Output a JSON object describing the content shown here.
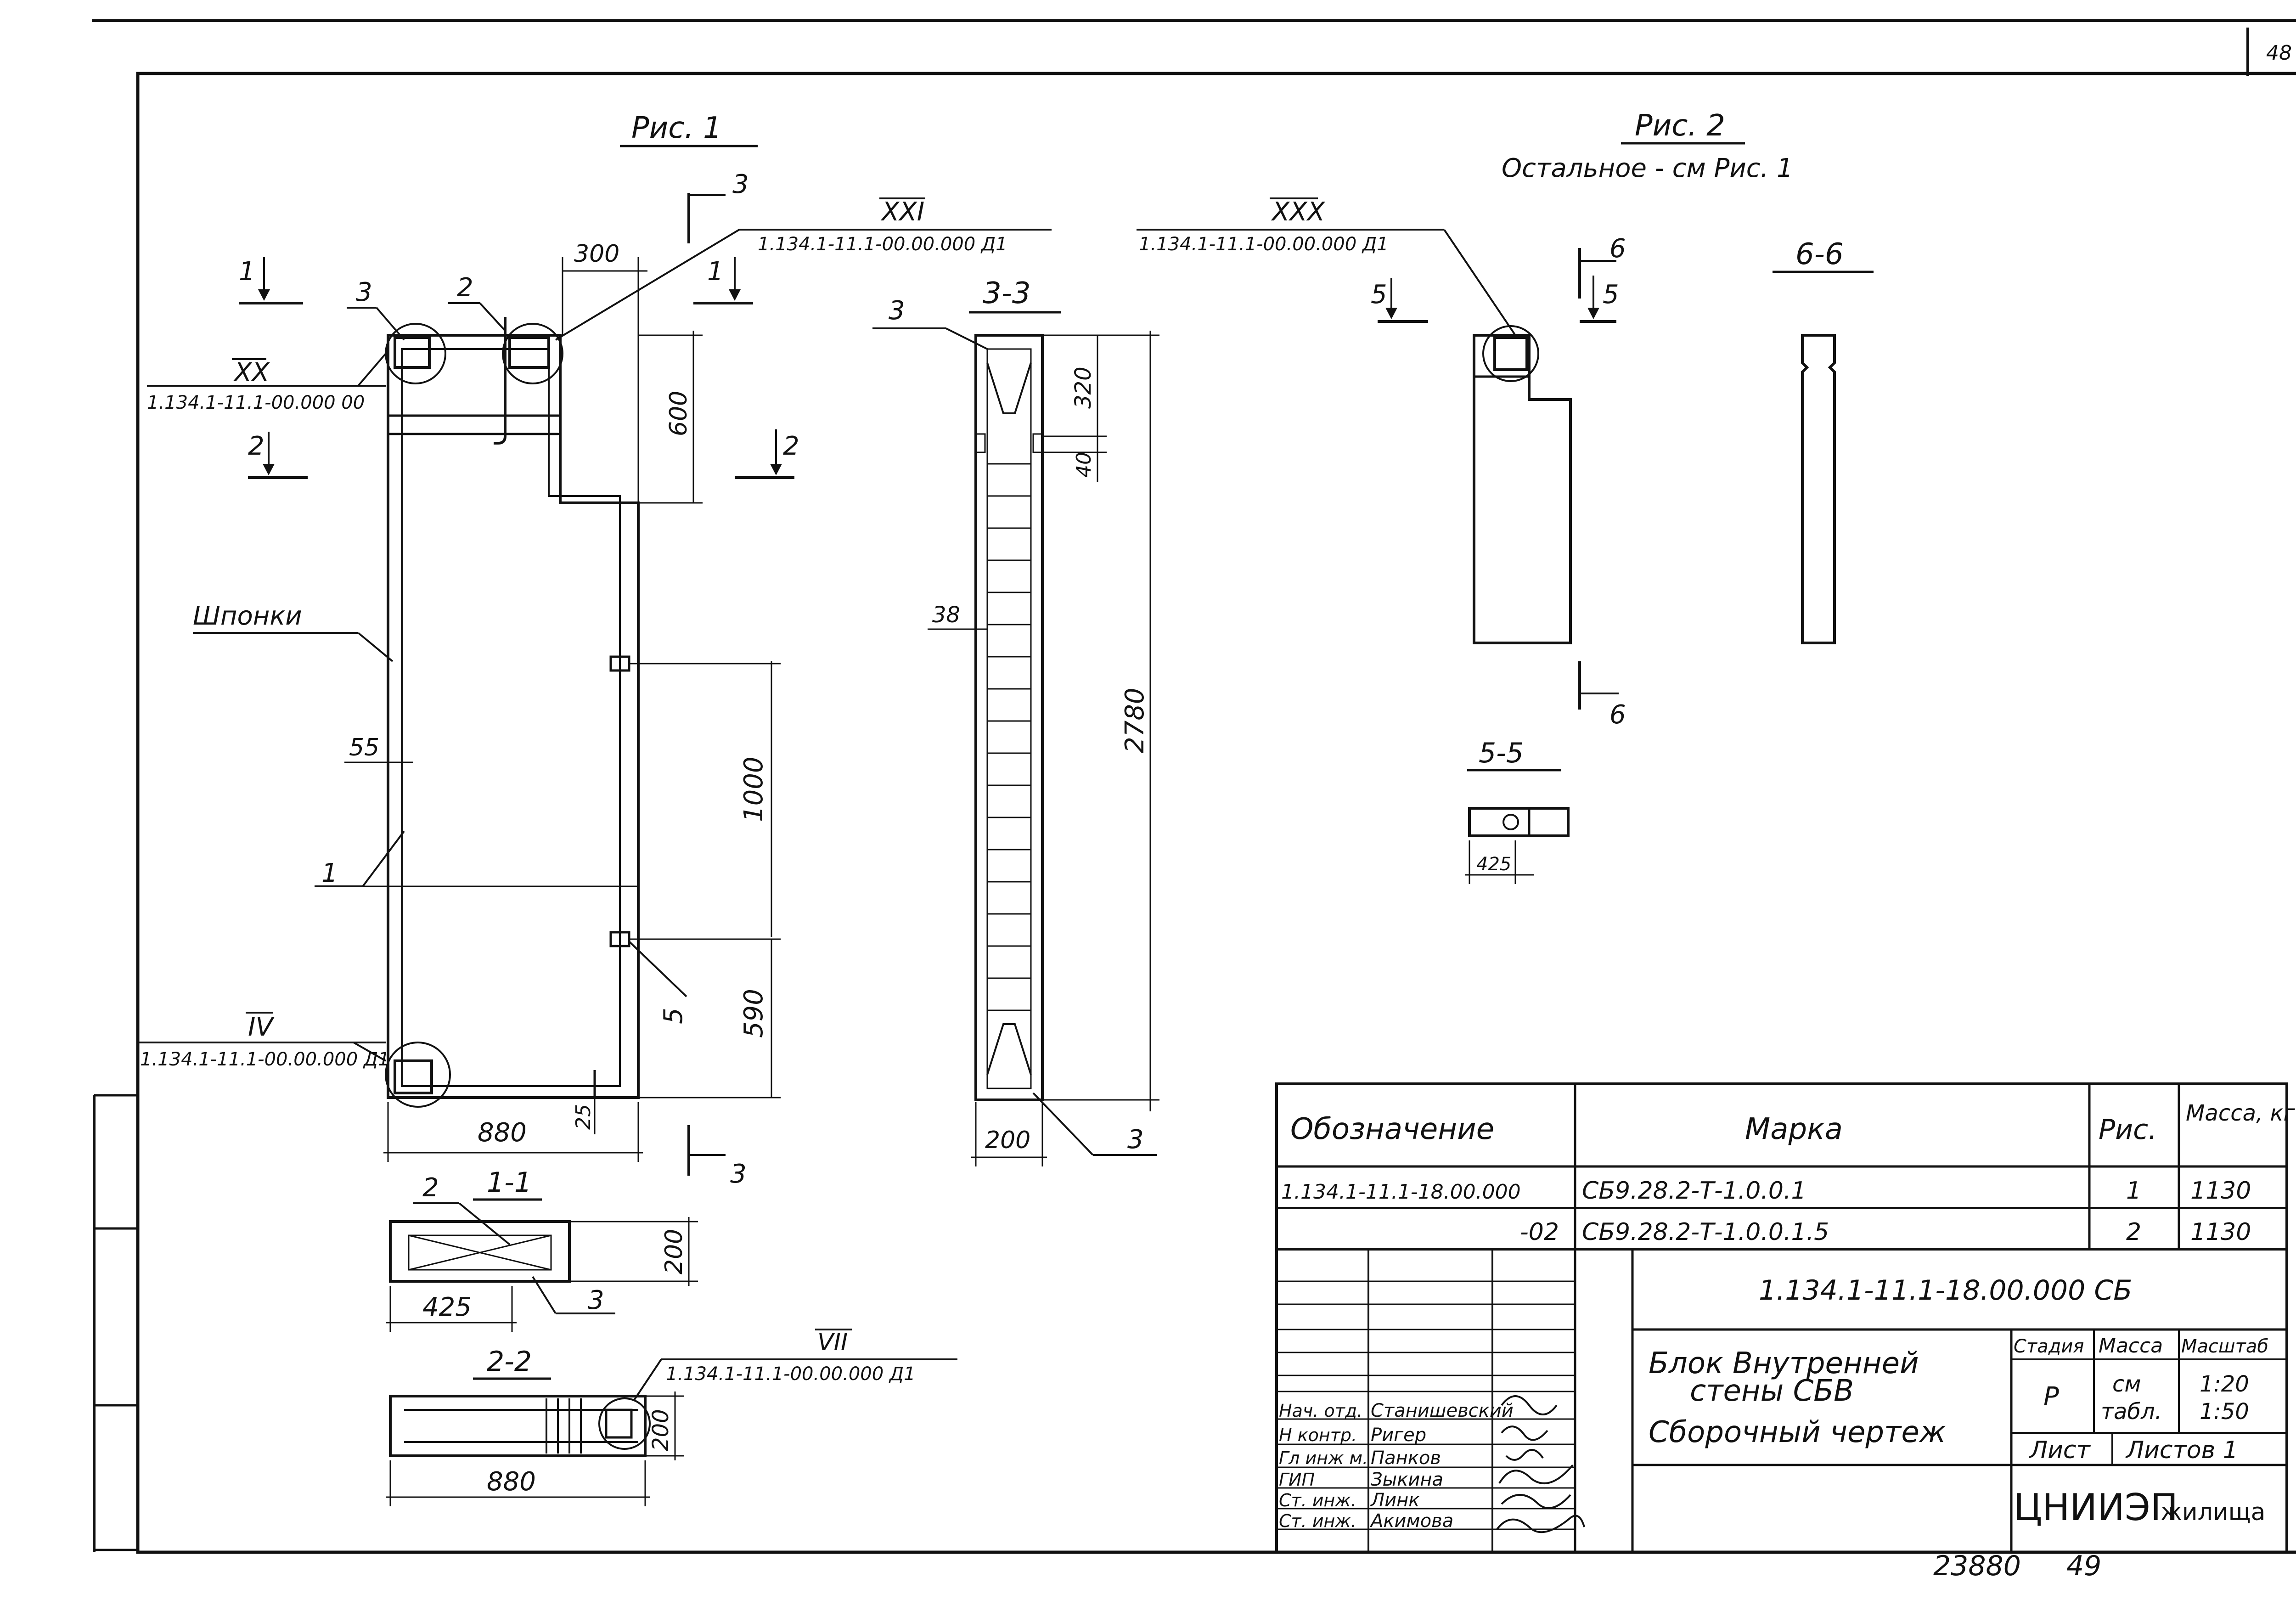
{
  "page_number": "48",
  "fig1": {
    "title": "Рис. 1",
    "callout_xxi": {
      "mark": "XXI",
      "ref": "1.134.1-11.1-00.00.000 Д1"
    },
    "callout_xx": {
      "mark": "XX",
      "ref": "1.134.1-11.1-00.000 00"
    },
    "callout_iv": {
      "mark": "IV",
      "ref": "1.134.1-11.1-00.00.000 Д1"
    },
    "label_shponki": "Шпонки",
    "dims": {
      "d300": "300",
      "d600": "600",
      "d1000": "1000",
      "d590": "590",
      "d880": "880",
      "d55": "55",
      "d25": "25"
    },
    "pos": {
      "p1": "1",
      "p2": "2",
      "p3": "3",
      "p5": "5"
    },
    "cuts": {
      "c1": "1",
      "c2": "2",
      "c3": "3"
    }
  },
  "sec33": {
    "title": "3-3",
    "pos3": "3",
    "dims": {
      "d320": "320",
      "d40": "40",
      "d38": "38",
      "d2780": "2780",
      "d200": "200"
    }
  },
  "sec11": {
    "title": "1-1",
    "pos2": "2",
    "pos3": "3",
    "d200": "200",
    "d425": "425"
  },
  "sec22": {
    "title": "2-2",
    "d200": "200",
    "d880": "880",
    "callout_vii": {
      "mark": "VII",
      "ref": "1.134.1-11.1-00.00.000 Д1"
    }
  },
  "fig2": {
    "title": "Рис. 2",
    "subtitle": "Остальное - см  Рис. 1",
    "callout_xxx": {
      "mark": "XXX",
      "ref": "1.134.1-11.1-00.00.000 Д1"
    },
    "cut6": "6",
    "cut5": "5"
  },
  "sec66": {
    "title": "6-6"
  },
  "sec55": {
    "title": "5-5",
    "d425": "425"
  },
  "spec": {
    "headers": {
      "designation": "Обозначение",
      "mark": "Марка",
      "fig": "Рис.",
      "mass": "Масса, кг"
    },
    "rows": [
      {
        "designation": "1.134.1-11.1-18.00.000",
        "mark": "СБ9.28.2-Т-1.0.0.1",
        "fig": "1",
        "mass": "1130"
      },
      {
        "designation": "-02",
        "mark": "СБ9.28.2-Т-1.0.0.1.5",
        "fig": "2",
        "mass": "1130"
      }
    ]
  },
  "title_block": {
    "doc_code": "1.134.1-11.1-18.00.000 СБ",
    "title_line1": "Блок Внутренней",
    "title_line2": "стены СБВ",
    "title_line3": "Сборочный чертеж",
    "stage_label": "Стадия",
    "mass_label": "Масса",
    "scale_label": "Масштаб",
    "stage_value": "Р",
    "mass_value1": "см",
    "mass_value2": "табл.",
    "scale_value1": "1:20",
    "scale_value2": "1:50",
    "sheet_label": "Лист",
    "sheets_label": "Листов 1",
    "org": "ЦНИИЭП",
    "org_suffix": "жилища",
    "roles": [
      {
        "role": "Нач. отд.",
        "name": "Станишевский"
      },
      {
        "role": "Н контр.",
        "name": "Ригер"
      },
      {
        "role": "Гл инж м.",
        "name": "Панков"
      },
      {
        "role": "ГИП",
        "name": "Зыкина"
      },
      {
        "role": "Ст. инж.",
        "name": "Линк"
      },
      {
        "role": "Ст. инж.",
        "name": "Акимова"
      }
    ]
  },
  "footer": {
    "archive": "23880",
    "page": "49"
  }
}
